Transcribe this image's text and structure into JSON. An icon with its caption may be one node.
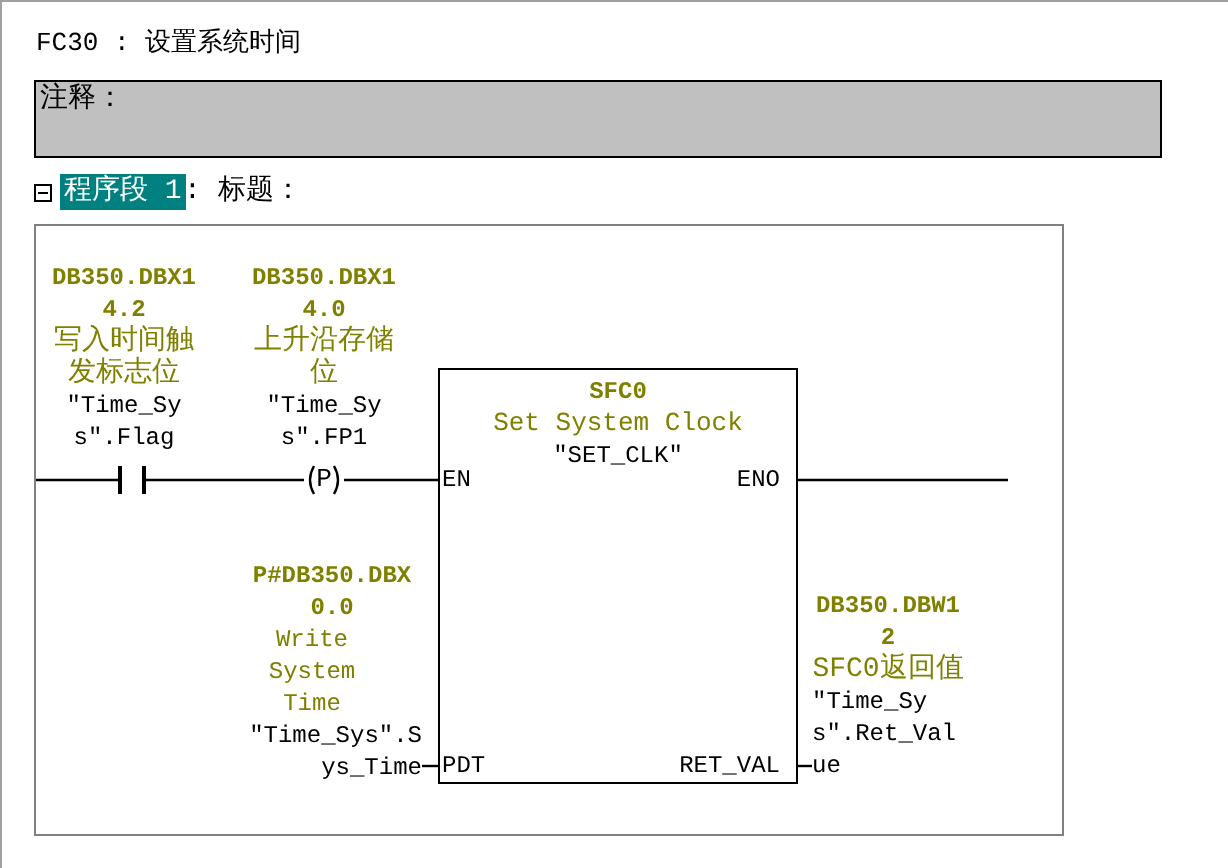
{
  "diagram": {
    "title": "FC30 : 设置系统时间",
    "nodes": [
      {
        "text": [
          "注释："
        ]
      },
      {
        "text": [],
        "shape": "box"
      },
      {
        "text": [],
        "shape": "contact",
        "in": 1,
        "beside": [
          "DB350.DBX14.2",
          "写入时间触发标志位",
          "\"Time_Sys\".Flag"
        ]
      },
      {
        "text": [
          "P"
        ],
        "in": 1,
        "beside": [
          "DB350.DBX14.0",
          "上升沿存储位",
          "\"Time_Sys\".FP1"
        ]
      },
      {
        "text": [
          "SFC0",
          "Set System Clock",
          "\"SET_CLK\"",
          "EN",
          "ENO",
          "PDT",
          "RET_VAL"
        ],
        "in": 1
      },
      {
        "text": [
          "P#DB350.DBX0.0",
          "Write System Time",
          "\"Time_Sys\".Sys_Time"
        ],
        "in": 1
      },
      {
        "text": [
          "DB350.DBW12",
          "SFC0返回值",
          "\"Time_Sys\".Ret_Value"
        ],
        "in": 1
      }
    ],
    "edges": [
      {
        "from": 1,
        "to": 2,
        "arrow": "none"
      },
      {
        "from": 2,
        "to": 3,
        "arrow": "none"
      },
      {
        "from": 3,
        "to": 4,
        "arrow": "none"
      },
      {
        "from": 4,
        "to": null,
        "arrow": "none"
      },
      {
        "from": 5,
        "to": 4,
        "arrow": "none"
      },
      {
        "from": 4,
        "to": 6,
        "arrow": "none"
      }
    ],
    "labels": [
      "程序段 1",
      ": 标题："
    ]
  }
}
